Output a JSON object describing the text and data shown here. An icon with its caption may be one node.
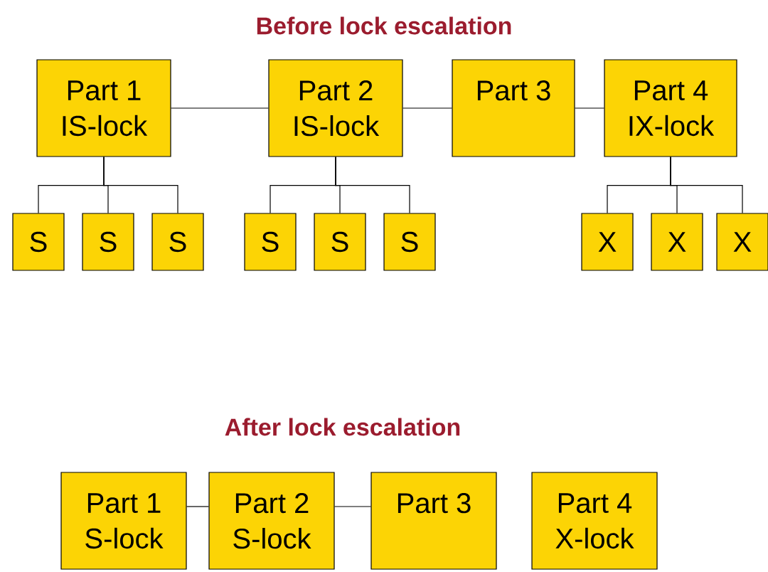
{
  "diagram": {
    "nodes": [
      {
        "text": [
          "Part 1",
          "IS-lock"
        ]
      },
      {
        "text": [
          "Part 2",
          "IS-lock"
        ]
      },
      {
        "text": [
          "Part 3"
        ]
      },
      {
        "text": [
          "Part 4",
          "IX-lock"
        ]
      },
      {
        "text": [
          "S"
        ]
      },
      {
        "text": [
          "S"
        ]
      },
      {
        "text": [
          "S"
        ]
      },
      {
        "text": [
          "S"
        ]
      },
      {
        "text": [
          "S"
        ]
      },
      {
        "text": [
          "S"
        ]
      },
      {
        "text": [
          "X"
        ]
      },
      {
        "text": [
          "X"
        ]
      },
      {
        "text": [
          "X"
        ]
      },
      {
        "text": [
          "Part 1",
          "S-lock"
        ]
      },
      {
        "text": [
          "Part 2",
          "S-lock"
        ]
      },
      {
        "text": [
          "Part 3"
        ]
      },
      {
        "text": [
          "Part 4",
          "X-lock"
        ]
      }
    ],
    "edges": [
      {
        "from": 0,
        "to": 1,
        "arrow": "none"
      },
      {
        "from": 1,
        "to": 2,
        "arrow": "none"
      },
      {
        "from": 2,
        "to": 3,
        "arrow": "none"
      },
      {
        "from": 0,
        "to": 4,
        "arrow": "none"
      },
      {
        "from": 0,
        "to": 5,
        "arrow": "none"
      },
      {
        "from": 0,
        "to": 6,
        "arrow": "none"
      },
      {
        "from": 1,
        "to": 7,
        "arrow": "none"
      },
      {
        "from": 1,
        "to": 8,
        "arrow": "none"
      },
      {
        "from": 1,
        "to": 9,
        "arrow": "none"
      },
      {
        "from": 3,
        "to": 10,
        "arrow": "none"
      },
      {
        "from": 3,
        "to": 11,
        "arrow": "none"
      },
      {
        "from": 3,
        "to": 12,
        "arrow": "none"
      },
      {
        "from": 13,
        "to": 14,
        "arrow": "none"
      },
      {
        "from": 14,
        "to": 15,
        "arrow": "none"
      }
    ],
    "labels": [
      "Before lock escalation",
      "After lock escalation"
    ]
  }
}
